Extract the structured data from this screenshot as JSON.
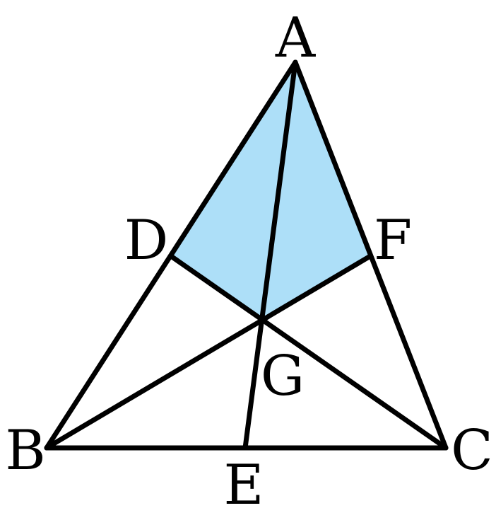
{
  "diagram": {
    "labels": {
      "A": "A",
      "B": "B",
      "C": "C",
      "D": "D",
      "E": "E",
      "F": "F",
      "G": "G"
    },
    "colors": {
      "shaded_region": "#addff8",
      "lines": "#000000",
      "background": "#ffffff"
    },
    "shaded_region": [
      "A",
      "D",
      "G",
      "F"
    ]
  }
}
